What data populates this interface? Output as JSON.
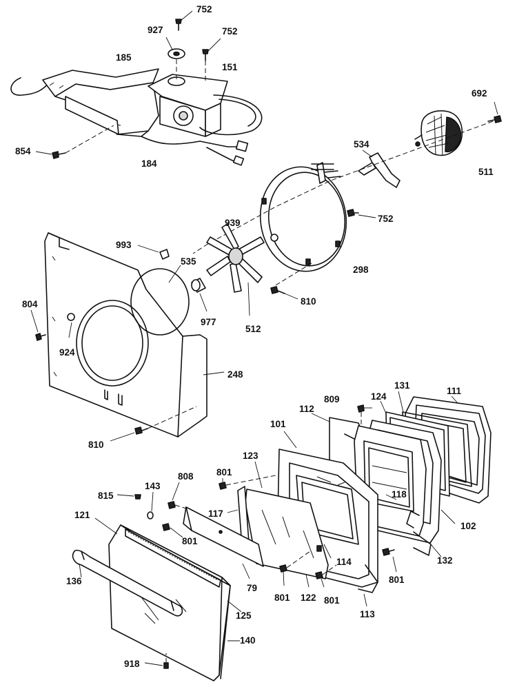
{
  "diagram": {
    "labels": {
      "p752a": "752",
      "p927": "927",
      "p752b": "752",
      "p185": "185",
      "p151": "151",
      "p692": "692",
      "p854": "854",
      "p184": "184",
      "p534": "534",
      "p511": "511",
      "p752c": "752",
      "p939": "939",
      "p993": "993",
      "p535": "535",
      "p298": "298",
      "p804": "804",
      "p810a": "810",
      "p977": "977",
      "p924": "924",
      "p512": "512",
      "p248": "248",
      "p809": "809",
      "p131": "131",
      "p111": "111",
      "p124": "124",
      "p112": "112",
      "p101": "101",
      "p810b": "810",
      "p123": "123",
      "p801a": "801",
      "p808": "808",
      "p815": "815",
      "p143": "143",
      "p118": "118",
      "p117": "117",
      "p121": "121",
      "p801b": "801",
      "p102": "102",
      "p114": "114",
      "p79": "79",
      "p132": "132",
      "p801c": "801",
      "p136": "136",
      "p801d": "801",
      "p122": "122",
      "p801e": "801",
      "p125": "125",
      "p113": "113",
      "p140": "140",
      "p918": "918"
    }
  }
}
